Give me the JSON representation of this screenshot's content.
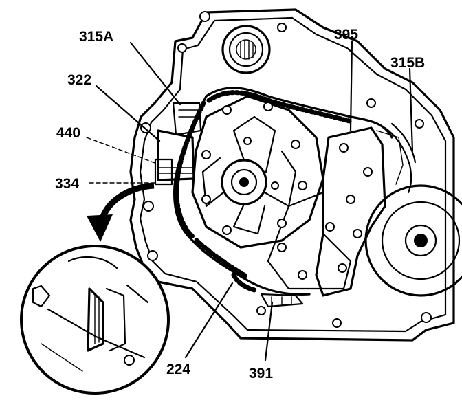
{
  "callouts": {
    "c315a": "315A",
    "c395": "395",
    "c315b": "315B",
    "c322": "322",
    "c440": "440",
    "c334": "334",
    "c224": "224",
    "c391": "391"
  },
  "icons": {
    "arrow": "curved-arrow-icon"
  }
}
